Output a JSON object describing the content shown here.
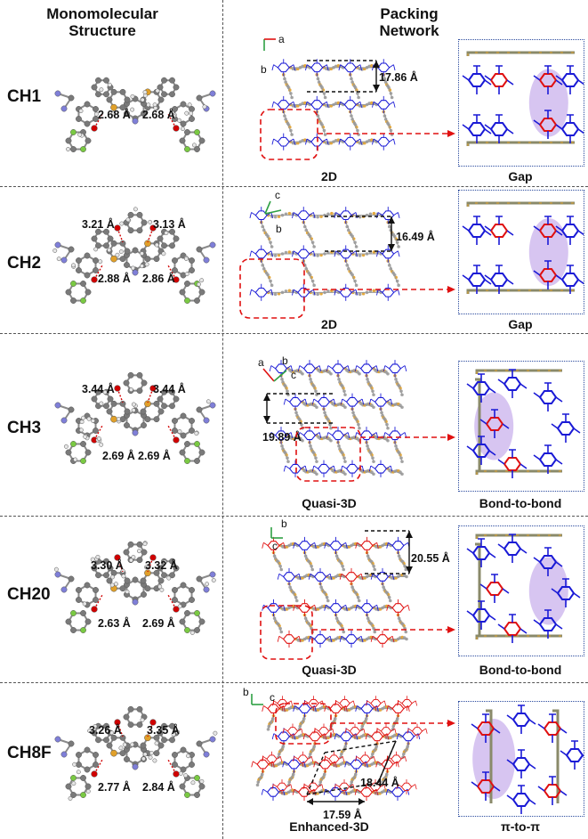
{
  "headers": {
    "left_line1": "Monomolecular",
    "left_line2": "Structure",
    "mid_line1": "Packing",
    "mid_line2": "Network"
  },
  "rows": [
    {
      "label": "CH1",
      "bonds": [
        "2.68 Å",
        "2.68 Å"
      ],
      "axes": [
        "a",
        "b"
      ],
      "distance": "17.86 Å",
      "dimension": "2D",
      "contact": "Gap"
    },
    {
      "label": "CH2",
      "bonds": [
        "3.21 Å",
        "3.13 Å",
        "2.88 Å",
        "2.86 Å"
      ],
      "axes": [
        "c",
        "b"
      ],
      "distance": "16.49 Å",
      "dimension": "2D",
      "contact": "Gap"
    },
    {
      "label": "CH3",
      "bonds": [
        "3.44 Å",
        "3.44 Å",
        "2.69 Å",
        "2.69 Å"
      ],
      "axes": [
        "a",
        "b",
        "c"
      ],
      "distance": "19.89 Å",
      "dimension": "Quasi-3D",
      "contact": "Bond-to-bond"
    },
    {
      "label": "CH20",
      "bonds": [
        "3.30 Å",
        "3.32 Å",
        "2.63 Å",
        "2.69 Å"
      ],
      "axes": [
        "b",
        "c"
      ],
      "distance": "20.55 Å",
      "dimension": "Quasi-3D",
      "contact": "Bond-to-bond"
    },
    {
      "label": "CH8F",
      "bonds": [
        "3.26 Å",
        "3.35 Å",
        "2.77 Å",
        "2.84 Å"
      ],
      "axes": [
        "b",
        "c"
      ],
      "distance": "18.44 Å",
      "distance2": "17.59 Å",
      "dimension": "Enhanced-3D",
      "contact": "π-to-π"
    }
  ],
  "colors": {
    "carbon": "#7a7a7a",
    "hydrogen": "#e6e6e6",
    "sulfur": "#e0a02a",
    "nitrogen": "#7f7fd8",
    "oxygen": "#d00000",
    "fluorine": "#7ac943",
    "network_blue": "#1a1ad6",
    "network_red": "#e01010",
    "highlight": "#c9b2ec",
    "dashed_red": "#e01010"
  }
}
